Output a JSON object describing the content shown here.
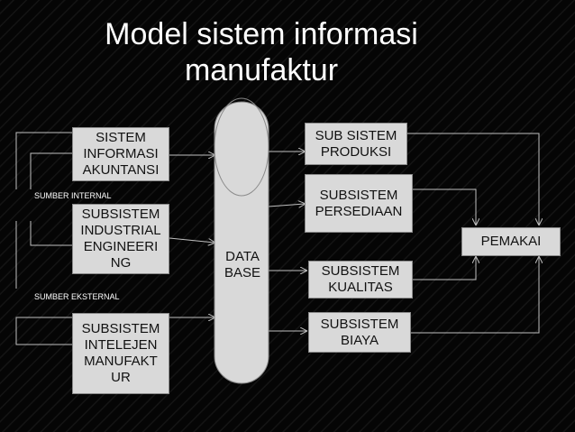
{
  "title": "Model sistem informasi\nmanufaktur",
  "left": {
    "sia": "SISTEM\nINFORMASI\nAKUNTANSI",
    "sie": "SUBSISTEM\nINDUSTRIAL\nENGINEERI\nNG",
    "sim": "SUBSISTEM\nINTELEJEN\nMANUFAKT\nUR"
  },
  "labels": {
    "internal": "SUMBER INTERNAL",
    "external": "SUMBER EKSTERNAL"
  },
  "database": "DATA\nBASE",
  "right": {
    "produksi": "SUB SISTEM\nPRODUKSI",
    "persediaan": "SUBSISTEM\nPERSEDIAAN",
    "kualitas": "SUBSISTEM\nKUALITAS",
    "biaya": "SUBSISTEM\nBIAYA"
  },
  "user": "PEMAKAI",
  "colors": {
    "background": "#000000",
    "box": "#d9d9d9",
    "line": "#bfbfbf"
  }
}
